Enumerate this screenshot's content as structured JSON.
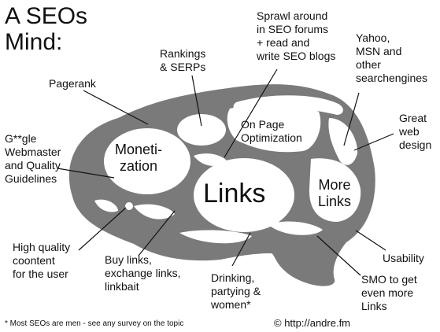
{
  "title": "A SEOs\nMind:",
  "brain": {
    "fill": "#7a7a7a",
    "hole_fill": "#ffffff"
  },
  "inner_labels": {
    "links": "Links",
    "monetization": "Moneti-\nzation",
    "more_links": "More\nLinks",
    "on_page": "On Page\nOptimization"
  },
  "callouts": {
    "rankings": "Rankings\n& SERPs",
    "sprawl": "Sprawl around\nin SEO forums\n+ read and\nwrite SEO blogs",
    "yahoo": "Yahoo,\nMSN and\nother\nsearchengines",
    "pagerank": "Pagerank",
    "guidelines": "G**gle\nWebmaster\nand Quality\nGuidelines",
    "webdesign": "Great\nweb\ndesign",
    "content": "High quality\ncoontent\nfor the user",
    "buy_links": "Buy links,\nexchange links,\nlinkbait",
    "drinking": "Drinking,\npartying &\nwomen*",
    "usability": "Usability",
    "smo": "SMO to get\neven more\nLinks"
  },
  "footnote": "* Most SEOs are men - see any survey on the topic",
  "copyright": "© http://andre.fm"
}
